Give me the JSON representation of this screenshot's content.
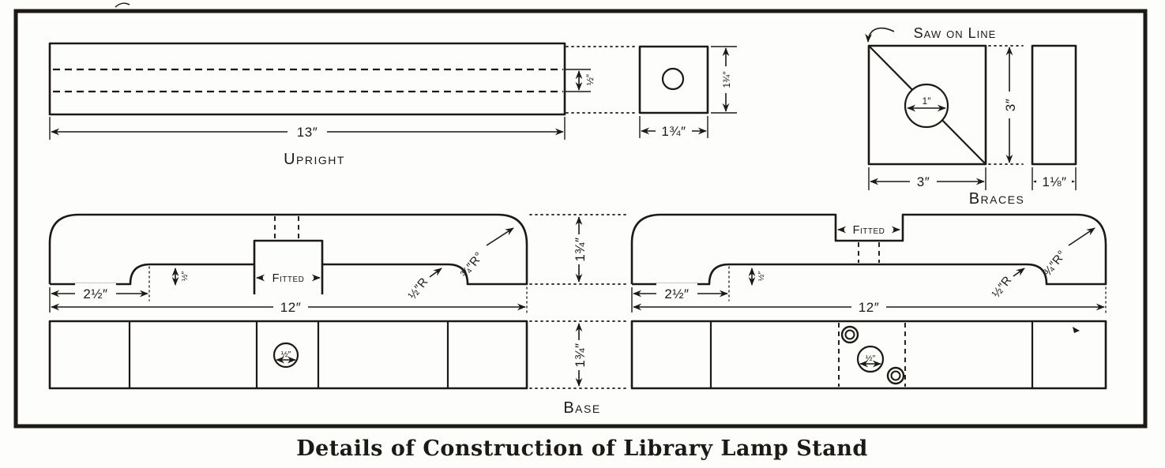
{
  "colors": {
    "ink": "#1c1916",
    "paper": "#fdfdfb"
  },
  "caption": "Details of Construction of Library Lamp Stand",
  "upright": {
    "label": "Upright",
    "length": "13″",
    "groove": "½″",
    "section_width": "1¾″",
    "section_thickness": "1¾″"
  },
  "braces": {
    "label": "Braces",
    "note": "Saw on Line",
    "hole": "1″",
    "width": "3″",
    "height": "3″",
    "thickness": "1⅛″"
  },
  "base": {
    "label": "Base",
    "side_height": "1¾″",
    "plan_width": "1¾″",
    "left": {
      "fitted": "Fitted",
      "foot": "2½″",
      "length": "12″",
      "step": "½″",
      "step_radius": "½″R",
      "corner_radius": "¾″R°",
      "hole": "½″"
    },
    "right": {
      "fitted": "Fitted",
      "foot": "2½″",
      "length": "12″",
      "step": "½″",
      "step_radius": "½″R",
      "corner_radius": "¾″R°",
      "hole": "½″"
    }
  }
}
